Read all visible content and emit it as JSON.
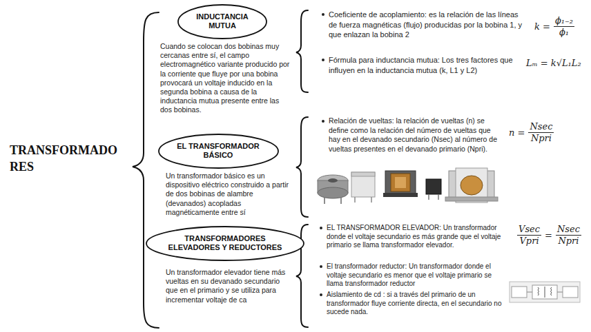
{
  "diagram": {
    "title": "TRANSFORMADO RES",
    "nodes": [
      {
        "text": [
          "INDUCTANCIA MUTUA"
        ]
      },
      {
        "text": [
          "EL TRANSFORMADOR BÁSICO"
        ]
      },
      {
        "text": [
          "TRANSFORMADORES ELEVADORES Y REDUCTORES"
        ]
      }
    ],
    "labels": [
      "Cuando se colocan dos bobinas muy cercanas entre sí, el campo electromagnético variante producido por la corriente que fluye por una bobina provocará un voltaje inducido en la segunda bobina a causa de la inductancia mutua presente entre las dos bobinas.",
      "Coeficiente de acoplamiento: es la relación de las líneas de fuerza magnéticas (flujo) producidas por la bobina 1, y que enlazan la bobina 2",
      "Fórmula para inductancia mutua: Los tres factores que influyen en la inductancia mutua (k, L1 y L2)",
      "k =",
      "ϕ₁₋₂",
      "ϕ₁",
      "Lₘ = k√L₁L₂",
      "Un transformador básico es un dispositivo eléctrico construido a partir de dos bobinas de alambre (devanados) acopladas magnéticamente entre sí",
      "Relación de vueltas: la relación de vueltas (n) se define como la relación del número de vueltas que hay en el devanado secundario (Nsec) al número de vueltas presentes en el devanado primario (Npri).",
      "n =",
      "Nsec",
      "Npri",
      "Un transformador elevador tiene más vueltas en su devanado secundario que en el primario y se utiliza para incrementar voltaje de ca",
      "EL TRANSFORMADOR ELEVADOR: Un transformador donde el voltaje secundario es más grande que el voltaje primario se llama transformador elevador.",
      "El transformador reductor: Un transformador donde el voltaje secundario es menor que el voltaje primario se llama transformador reductor",
      "Aislamiento de cd : si a través del primario de un transformador fluye corriente directa, en el secundario no sucede nada.",
      "Vsec",
      "Vpri",
      "=",
      "Nsec",
      "Npri"
    ]
  }
}
